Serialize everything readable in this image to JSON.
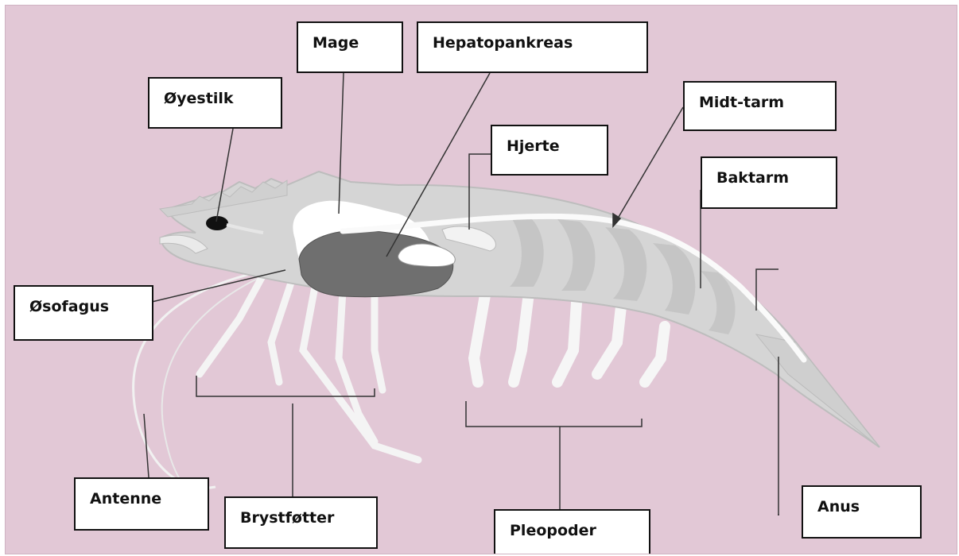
{
  "labels": {
    "mage": "Mage",
    "hepatopankreas": "Hepatopankreas",
    "oyestilk": "Øyestilk",
    "midt_tarm": "Midt-tarm",
    "hjerte": "Hjerte",
    "baktarm": "Baktarm",
    "osofagus": "Øsofagus",
    "antenne": "Antenne",
    "brystfotter": "Brystføtter",
    "pleopoder": "Pleopoder",
    "anus": "Anus"
  },
  "colors": {
    "background": "#e2c8d6",
    "body_fill": "#d5d5d5",
    "digestive_gland": "#6f6f6f",
    "stomach": "#ffffff",
    "leader_line": "#333333"
  }
}
